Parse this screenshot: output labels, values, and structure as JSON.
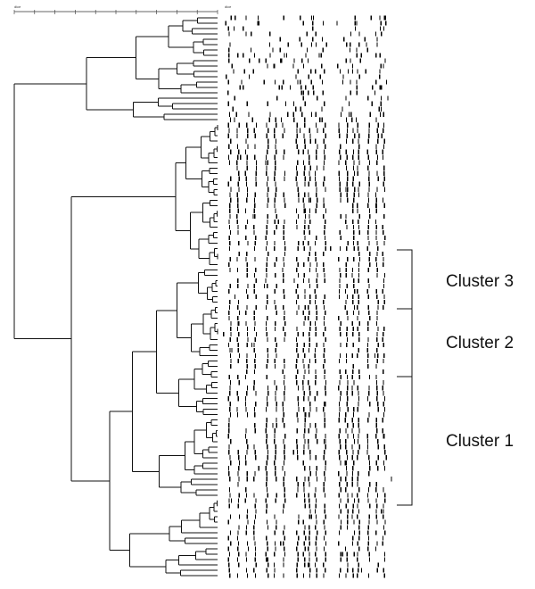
{
  "scale_labels": [
    "dice",
    "dice"
  ],
  "clusters": [
    {
      "id": "cluster-3",
      "label": "Cluster 3"
    },
    {
      "id": "cluster-2",
      "label": "Cluster 2"
    },
    {
      "id": "cluster-1",
      "label": "Cluster 1"
    }
  ],
  "colors": {
    "ink": "#111111",
    "band": "#000000",
    "background": "#ffffff"
  },
  "dendrogram_leaf_count": 105,
  "gel_band_positions": [
    0.04,
    0.09,
    0.14,
    0.19,
    0.26,
    0.31,
    0.36,
    0.44,
    0.48,
    0.51,
    0.55,
    0.6,
    0.69,
    0.73,
    0.77,
    0.8,
    0.86,
    0.91,
    0.95
  ]
}
